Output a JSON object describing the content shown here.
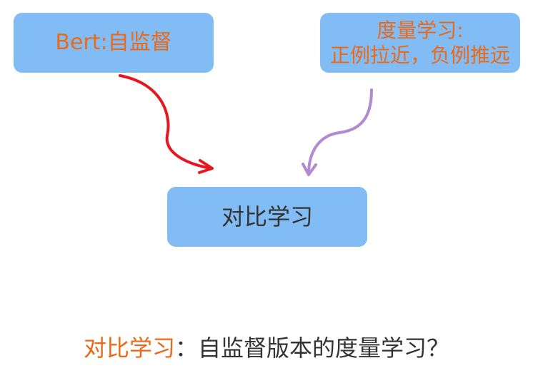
{
  "nodes": {
    "bert": {
      "label": "Bert:自监督"
    },
    "metric": {
      "line1": "度量学习:",
      "line2": "正例拉近，负例推远"
    },
    "contrastive": {
      "label": "对比学习"
    }
  },
  "caption": {
    "highlight": "对比学习",
    "rest": "：自监督版本的度量学习？"
  },
  "colors": {
    "box_fill": "#82bcf5",
    "orange_text": "#ea6a1a",
    "red_arrow": "#e8171f",
    "purple_arrow": "#b18ad0",
    "dark_text": "#333333"
  }
}
